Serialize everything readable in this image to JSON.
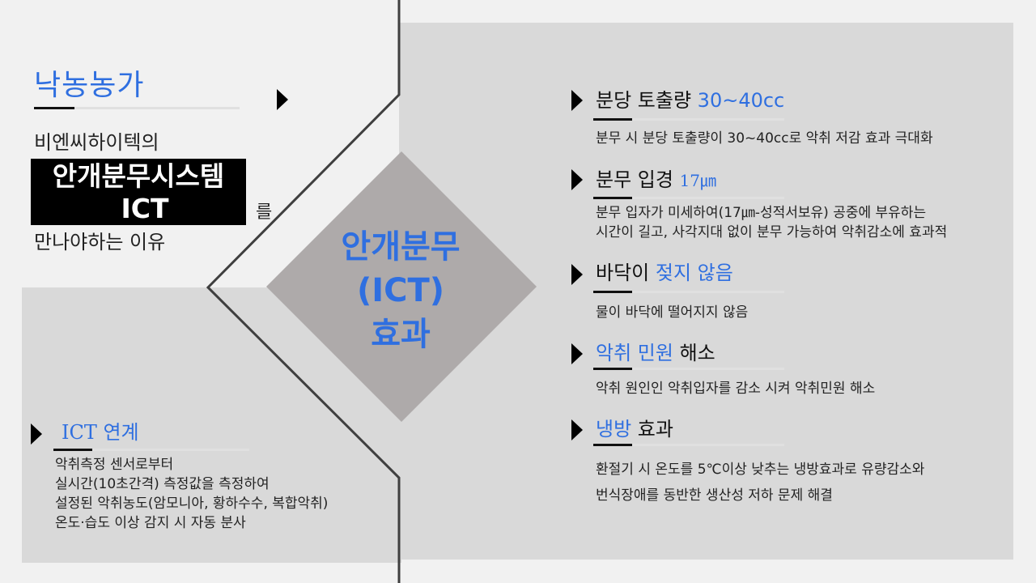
{
  "header": {
    "farm_title": "낙농농가",
    "intro": "비엔씨하이텍의",
    "product_name": "안개분무시스템",
    "product_code": "ICT",
    "particle": "를",
    "reason": "만나야하는 이유"
  },
  "center": {
    "line1": "안개분무",
    "line2": "(ICT)",
    "line3": "효과"
  },
  "effects": [
    {
      "title_prefix": "분당 토출량 ",
      "title_highlight": "30~40cc",
      "title_suffix": "",
      "desc": [
        "분무 시 분당 토출량이 30~40cc로 악취 저감 효과 극대화"
      ]
    },
    {
      "title_prefix": "분무 입경 ",
      "title_highlight": "17㎛",
      "title_suffix": "",
      "desc": [
        "분무 입자가 미세하여(17㎛-성적서보유) 공중에 부유하는",
        "시간이 길고, 사각지대 없이 분무 가능하여 악취감소에 효과적"
      ]
    },
    {
      "title_prefix": "바닥이 ",
      "title_highlight": "젖지 않음",
      "title_suffix": "",
      "desc": [
        "물이 바닥에 떨어지지 않음"
      ]
    },
    {
      "title_prefix": "",
      "title_highlight": "악취 민원",
      "title_suffix": " 해소",
      "desc": [
        "악취 원인인 악취입자를 감소 시켜 악취민원 해소"
      ]
    },
    {
      "title_prefix": "",
      "title_highlight": "냉방",
      "title_suffix": " 효과",
      "desc": [
        "환절기 시 온도를 5℃이상 낮추는 냉방효과로 유량감소와",
        "번식장애를 동반한 생산성 저하 문제 해결"
      ]
    }
  ],
  "ict": {
    "title": "ICT 연계",
    "lines": [
      "악취측정 센서로부터",
      "실시간(10초간격) 측정값을 측정하여",
      "설정된 악취농도(암모니아, 황하수수, 복합악취)",
      "온도·습도 이상 감지 시 자동 분사"
    ]
  },
  "colors": {
    "accent": "#2f6fe0",
    "panel": "#d9d9d9",
    "background": "#f1f1f1",
    "diamond": "#aeaaaa",
    "text": "#222222"
  }
}
